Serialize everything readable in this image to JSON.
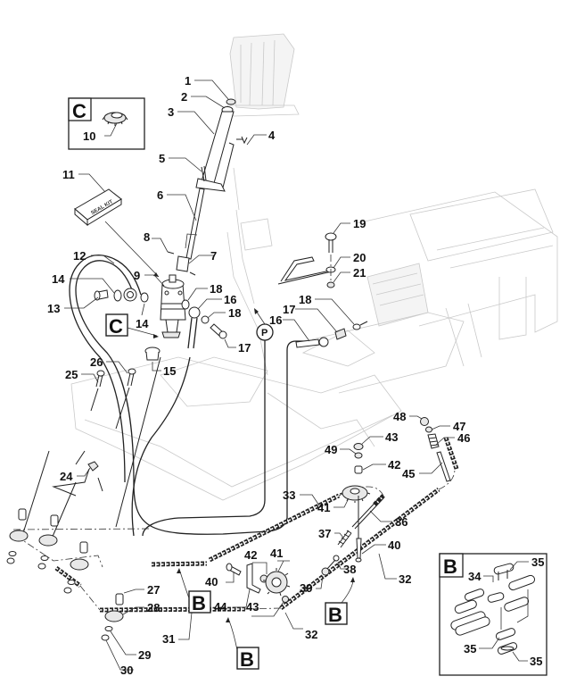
{
  "diagram": {
    "kind": "exploded parts diagram",
    "subject": "steering column and chain drive assembly",
    "seal_kit_text": "SEAL KIT",
    "pressure_marker": "P",
    "detail_views": [
      {
        "letter": "C",
        "contains": [
          "10"
        ]
      },
      {
        "letter": "B",
        "contains": [
          "34",
          "35",
          "35",
          "35"
        ]
      }
    ],
    "reference_boxes": [
      "C",
      "B",
      "B",
      "B"
    ],
    "callouts": {
      "c1": "1",
      "c2": "2",
      "c3": "3",
      "c4": "4",
      "c5": "5",
      "c6": "6",
      "c7": "7",
      "c8": "8",
      "c9": "9",
      "c10": "10",
      "c11": "11",
      "c12": "12",
      "c13": "13",
      "c14a": "14",
      "c14b": "14",
      "c15": "15",
      "c16a": "16",
      "c16b": "16",
      "c17a": "17",
      "c17b": "17",
      "c18a": "18",
      "c18b": "18",
      "c18c": "18",
      "c19": "19",
      "c20": "20",
      "c21": "21",
      "c24": "24",
      "c25": "25",
      "c26": "26",
      "c27": "27",
      "c28": "28",
      "c29": "29",
      "c30": "30",
      "c31": "31",
      "c32a": "32",
      "c32b": "32",
      "c33": "33",
      "c34": "34",
      "c35a": "35",
      "c35b": "35",
      "c35c": "35",
      "c36": "36",
      "c37": "37",
      "c38": "38",
      "c39": "39",
      "c40a": "40",
      "c40b": "40",
      "c41a": "41",
      "c41b": "41",
      "c42a": "42",
      "c42b": "42",
      "c43a": "43",
      "c43b": "43",
      "c44": "44",
      "c45": "45",
      "c46": "46",
      "c47": "47",
      "c48": "48",
      "c49": "49"
    }
  }
}
